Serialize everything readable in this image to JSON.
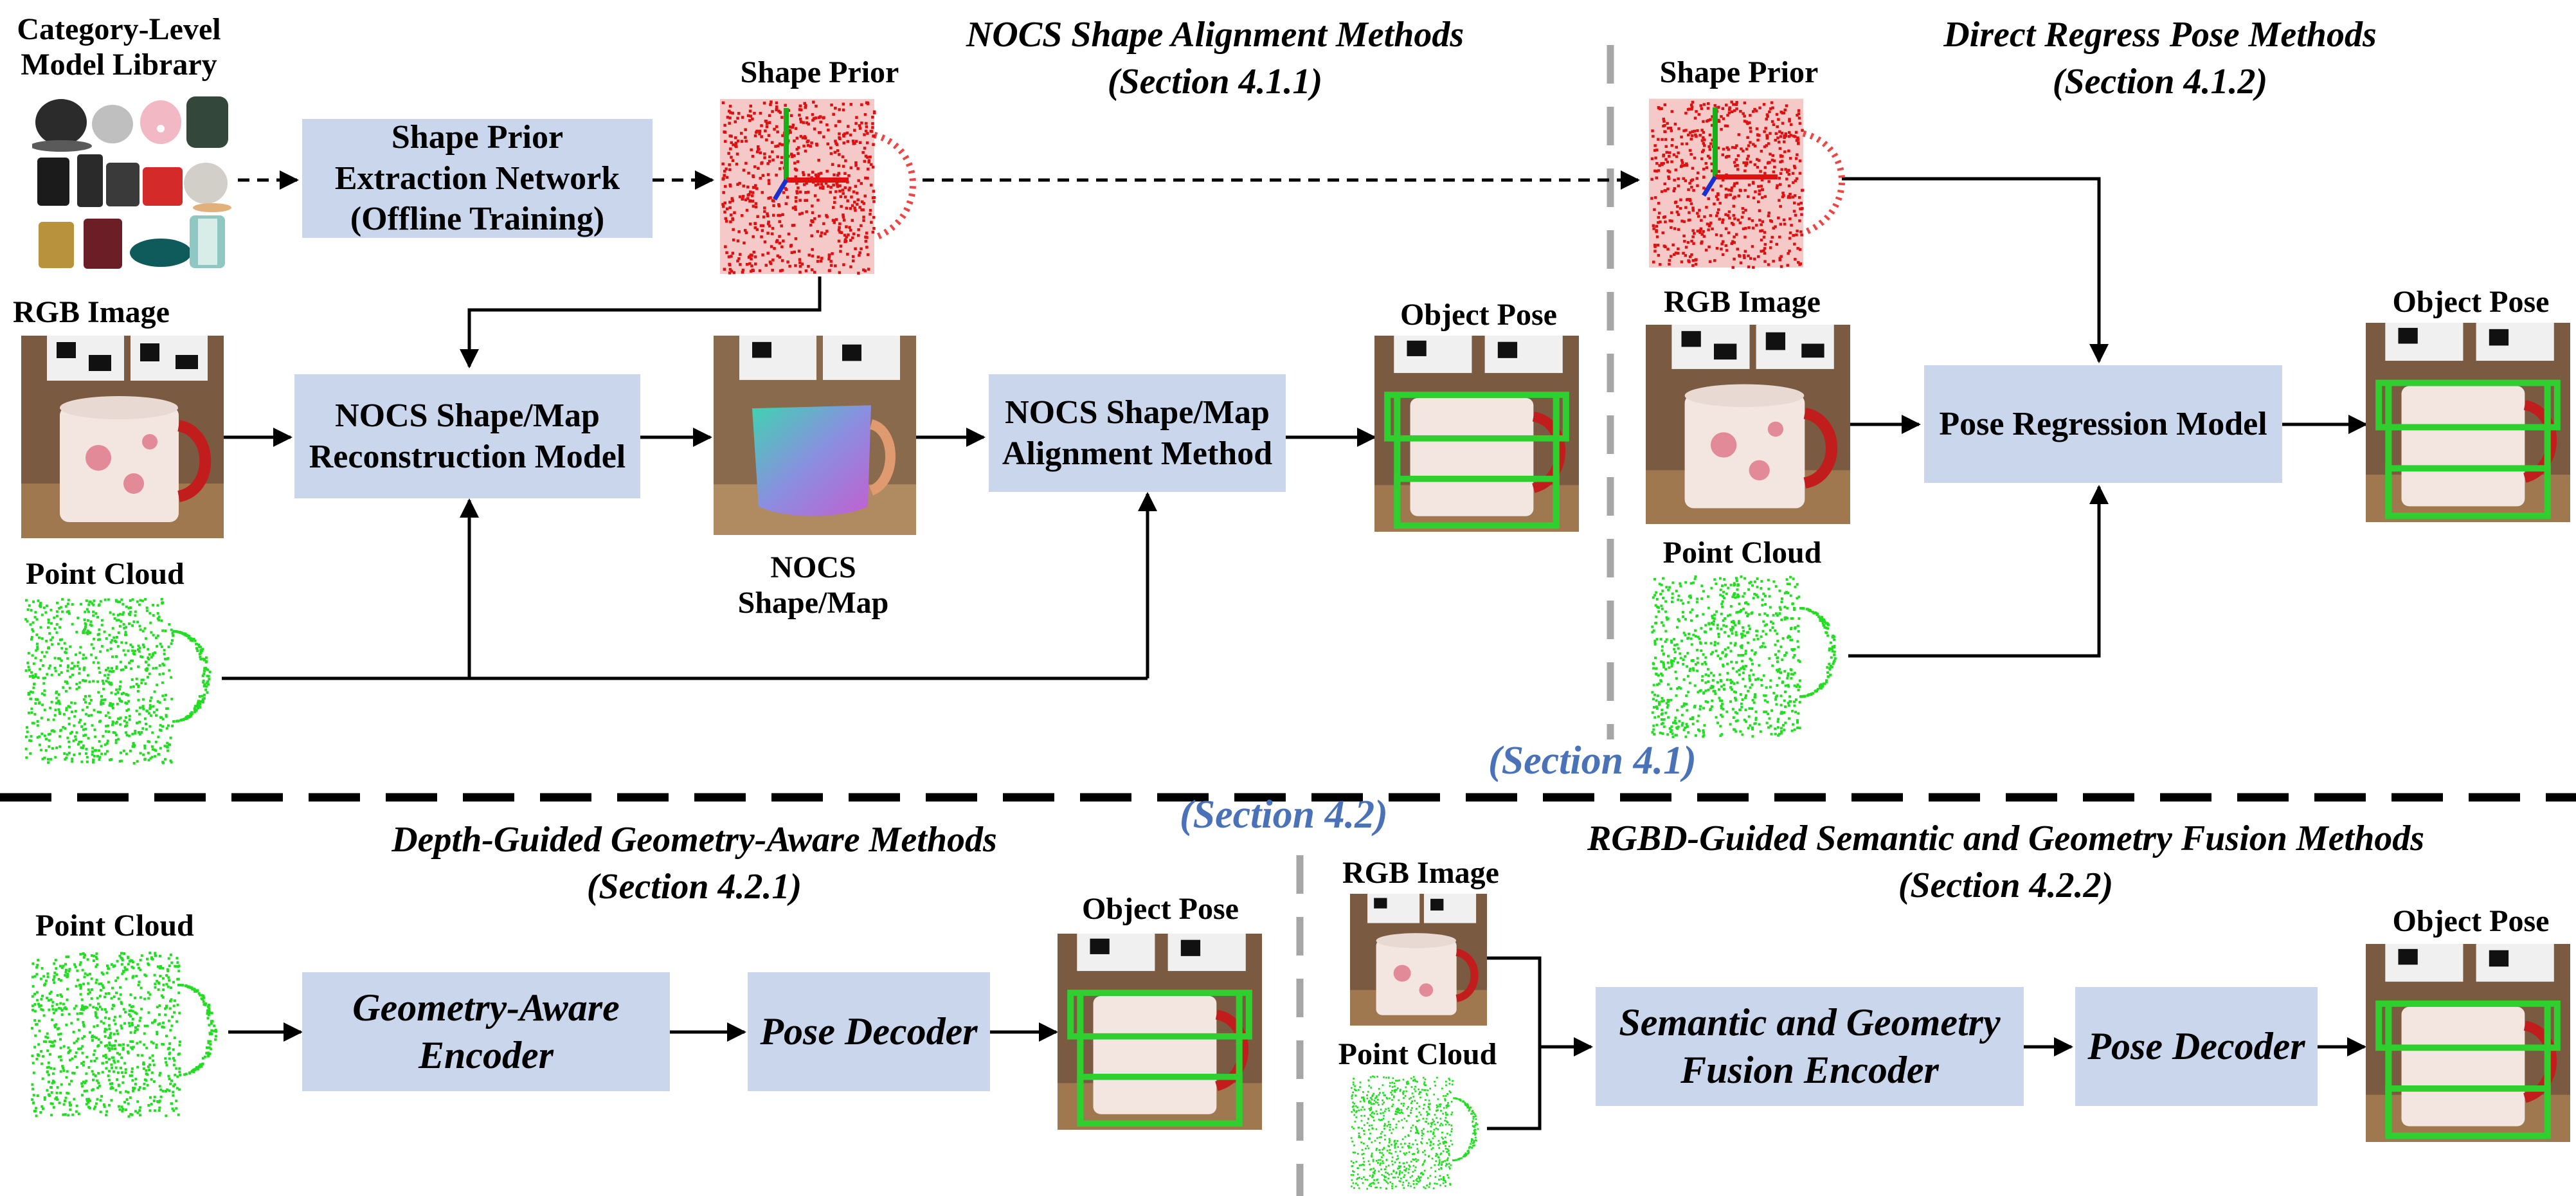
{
  "sections": {
    "top_left_title_line1": "NOCS Shape Alignment Methods",
    "top_left_title_line2": "(Section 4.1.1)",
    "top_right_title_line1": "Direct Regress Pose Methods",
    "top_right_title_line2": "(Section 4.1.2)",
    "bottom_left_title_line1": "Depth-Guided Geometry-Aware Methods",
    "bottom_left_title_line2": "(Section 4.2.1)",
    "bottom_right_title_line1": "RGBD-Guided Semantic and Geometry Fusion Methods",
    "bottom_right_title_line2": "(Section 4.2.2)",
    "section_4_1": "(Section 4.1)",
    "section_4_2": "(Section 4.2)"
  },
  "labels": {
    "library_line1": "Category-Level",
    "library_line2": "Model Library",
    "shape_prior_1": "Shape Prior",
    "shape_prior_2": "Shape Prior",
    "rgb_image_1": "RGB Image",
    "rgb_image_2": "RGB Image",
    "rgb_image_3": "RGB Image",
    "point_cloud_1": "Point Cloud",
    "point_cloud_2": "Point Cloud",
    "point_cloud_3": "Point Cloud",
    "point_cloud_4": "Point Cloud",
    "object_pose_1": "Object Pose",
    "object_pose_2": "Object Pose",
    "object_pose_3": "Object Pose",
    "object_pose_4": "Object Pose",
    "nocs_map_line1": "NOCS",
    "nocs_map_line2": "Shape/Map"
  },
  "boxes": {
    "prior_net_line1": "Shape Prior",
    "prior_net_line2": "Extraction Network",
    "prior_net_line3": "(Offline Training)",
    "recon_line1": "NOCS Shape/Map",
    "recon_line2": "Reconstruction Model",
    "align_line1": "NOCS Shape/Map",
    "align_line2": "Alignment Method",
    "pose_regression": "Pose Regression Model",
    "geo_encoder_line1": "Geometry-Aware",
    "geo_encoder_line2": "Encoder",
    "pose_decoder_1": "Pose Decoder",
    "fusion_encoder_line1": "Semantic and Geometry",
    "fusion_encoder_line2": "Fusion Encoder",
    "pose_decoder_2": "Pose Decoder"
  },
  "colors": {
    "box_fill": "#c9d6ec",
    "section_blue": "#4a72b8",
    "divider_gray": "#a6a6a6",
    "point_cloud_green": "#22dd22",
    "shape_prior_red": "#dd1111",
    "bbox_green": "#2fcf2f"
  }
}
